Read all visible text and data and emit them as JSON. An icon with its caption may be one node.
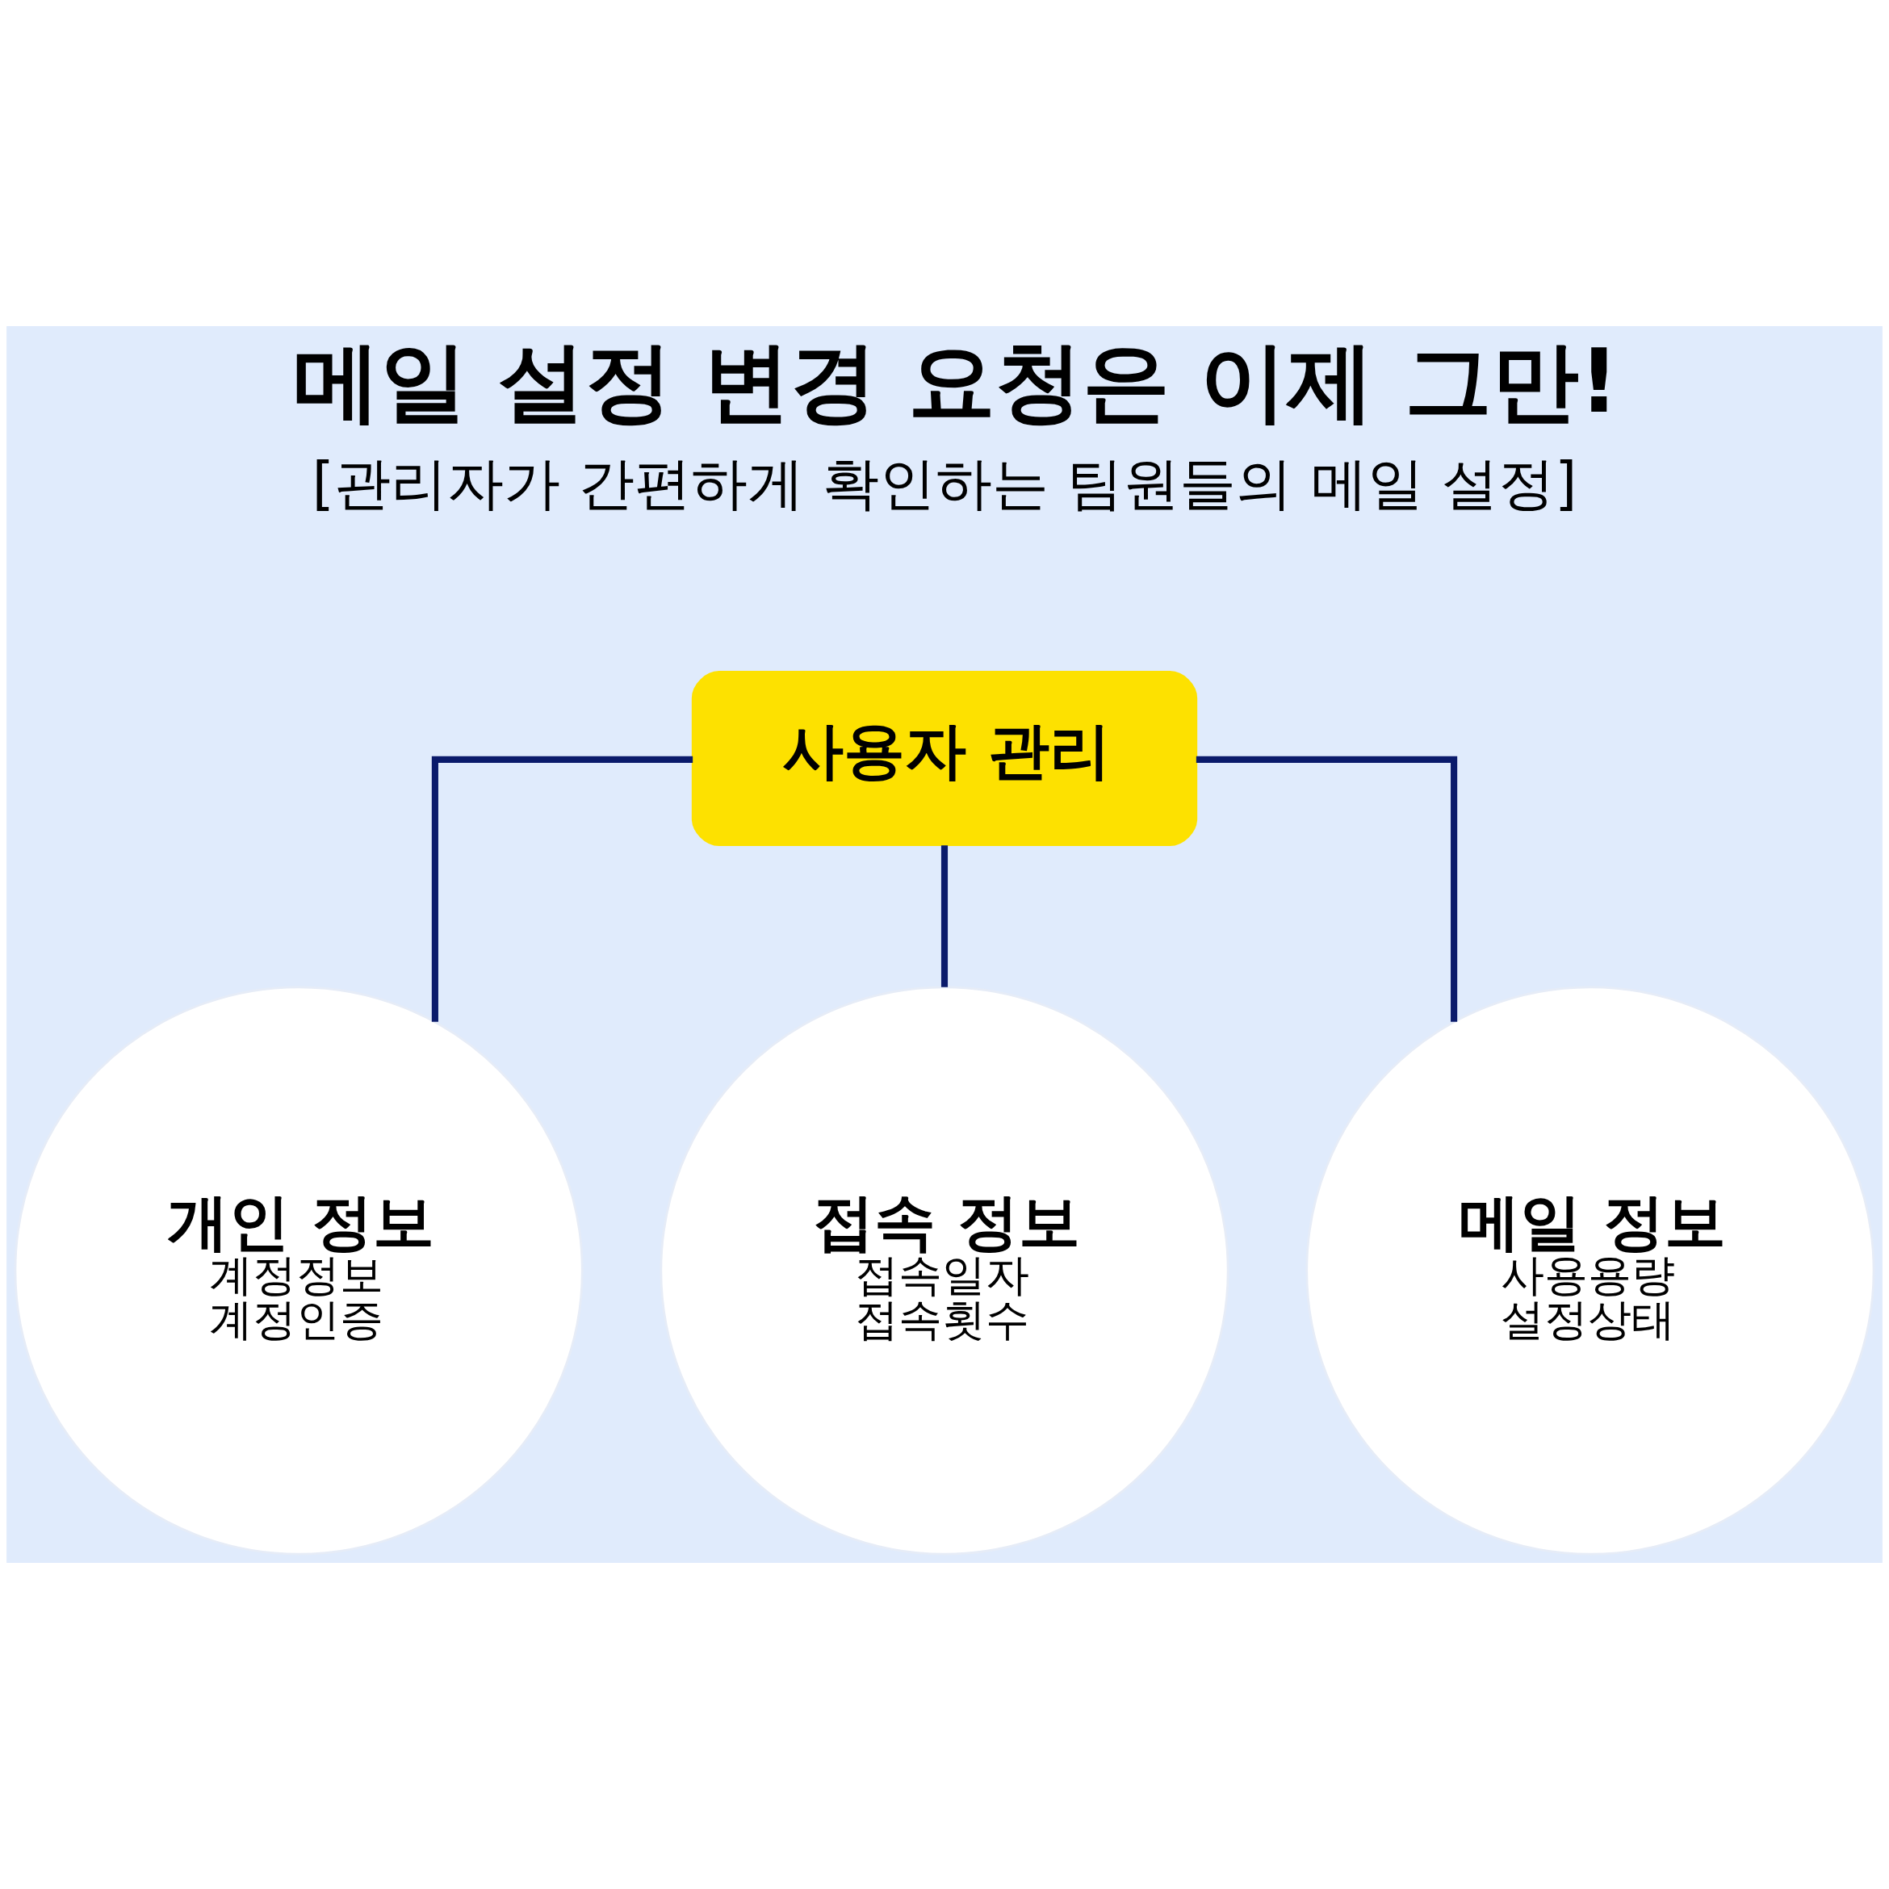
{
  "diagram": {
    "title": "메일 설정 변경 요청은 이제 그만!",
    "nodes": [
      {
        "text": [
          "사용자 관리"
        ]
      },
      {
        "text": [
          "개인 정보",
          "계정정보",
          "계정인증"
        ]
      },
      {
        "text": [
          "접속 정보",
          "접속일자",
          "접속횟수"
        ]
      },
      {
        "text": [
          "메일 정보",
          "사용용량",
          "설정상태"
        ]
      }
    ],
    "edges": [
      {
        "from": 0,
        "to": 1,
        "arrow": "none"
      },
      {
        "from": 0,
        "to": 2,
        "arrow": "none"
      },
      {
        "from": 0,
        "to": 3,
        "arrow": "none"
      }
    ],
    "labels": [
      "[관리자가 간편하게 확인하는 팀원들의 메일 설정]"
    ]
  }
}
